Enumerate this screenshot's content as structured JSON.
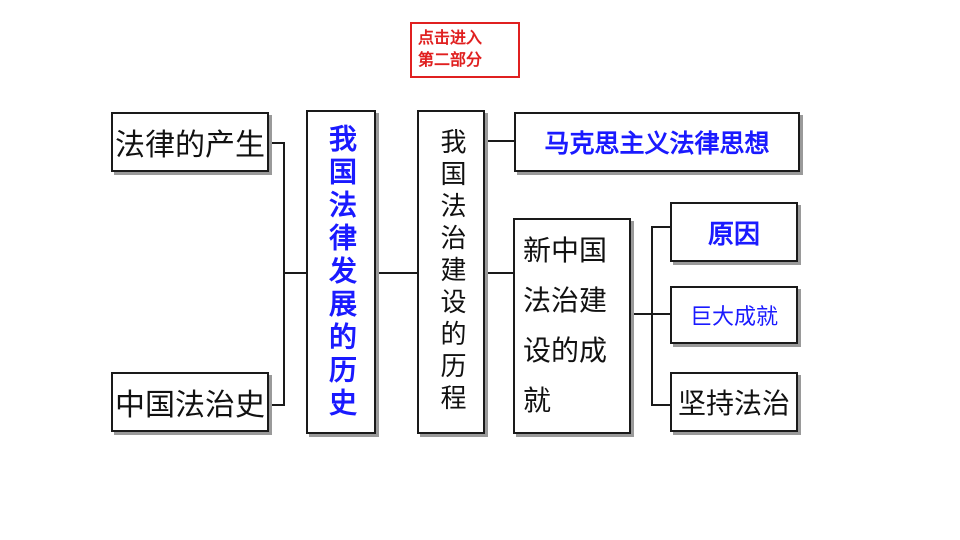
{
  "button": {
    "line1": "点击进入",
    "line2": "第二部分"
  },
  "boxes": {
    "law_origin": "法律的产生",
    "china_legal_history": "中国法治史",
    "china_law_dev_history": "我国法律发展的历史",
    "china_rule_of_law_history": "我国法治建设的历程",
    "marxist_legal_thought": "马克思主义法律思想",
    "new_china_achievements": "新中国法治建设的成就",
    "reason": "原因",
    "great_achievement": "巨大成就",
    "adhere_rule_of_law": "坚持法治"
  },
  "colors": {
    "accent_blue": "#1a1aff",
    "button_red": "#e02020"
  }
}
